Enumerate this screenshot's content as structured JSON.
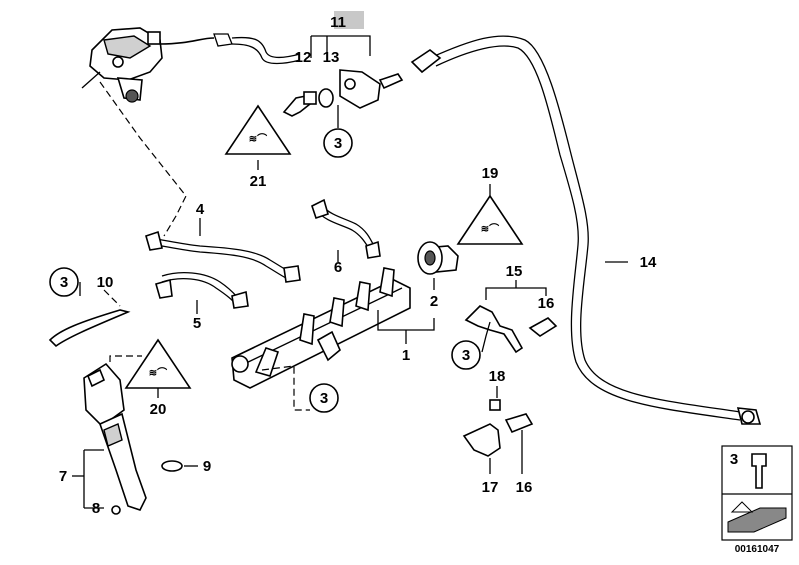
{
  "callouts": {
    "c1": "1",
    "c2": "2",
    "c3": "3",
    "c4": "4",
    "c5": "5",
    "c6": "6",
    "c7": "7",
    "c8": "8",
    "c9": "9",
    "c10": "10",
    "c11": "11",
    "c12": "12",
    "c13": "13",
    "c14": "14",
    "c15": "15",
    "c16": "16",
    "c17": "17",
    "c18": "18",
    "c19": "19",
    "c20": "20",
    "c21": "21"
  },
  "legend": {
    "qty": "3"
  },
  "diagram_id": "00161047",
  "colors": {
    "highlight": "#c8c8c8",
    "line": "#000000",
    "background": "#ffffff"
  }
}
